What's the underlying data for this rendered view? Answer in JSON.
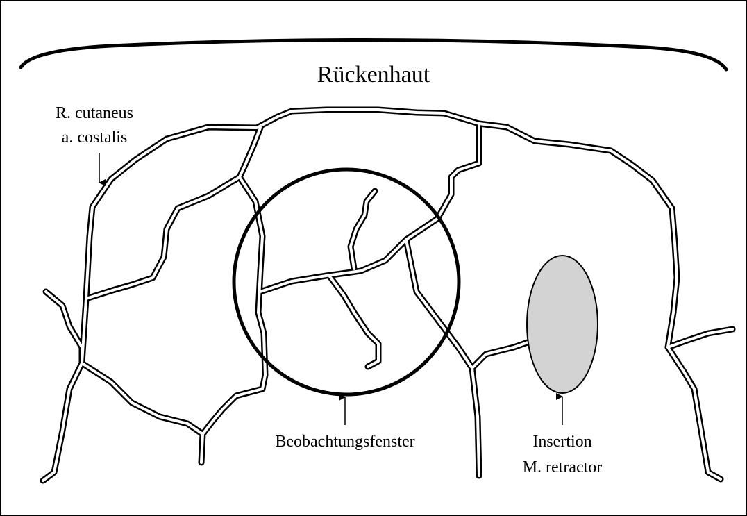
{
  "labels": {
    "skin": "Rückenhaut",
    "vessel_line1": "R. cutaneus",
    "vessel_line2": "a. costalis",
    "window": "Beobachtungsfenster",
    "insertion_line1": "Insertion",
    "insertion_line2": "M. retractor"
  },
  "colors": {
    "line": "#000000",
    "background": "#ffffff",
    "insertion_fill": "#d3d3d3"
  }
}
